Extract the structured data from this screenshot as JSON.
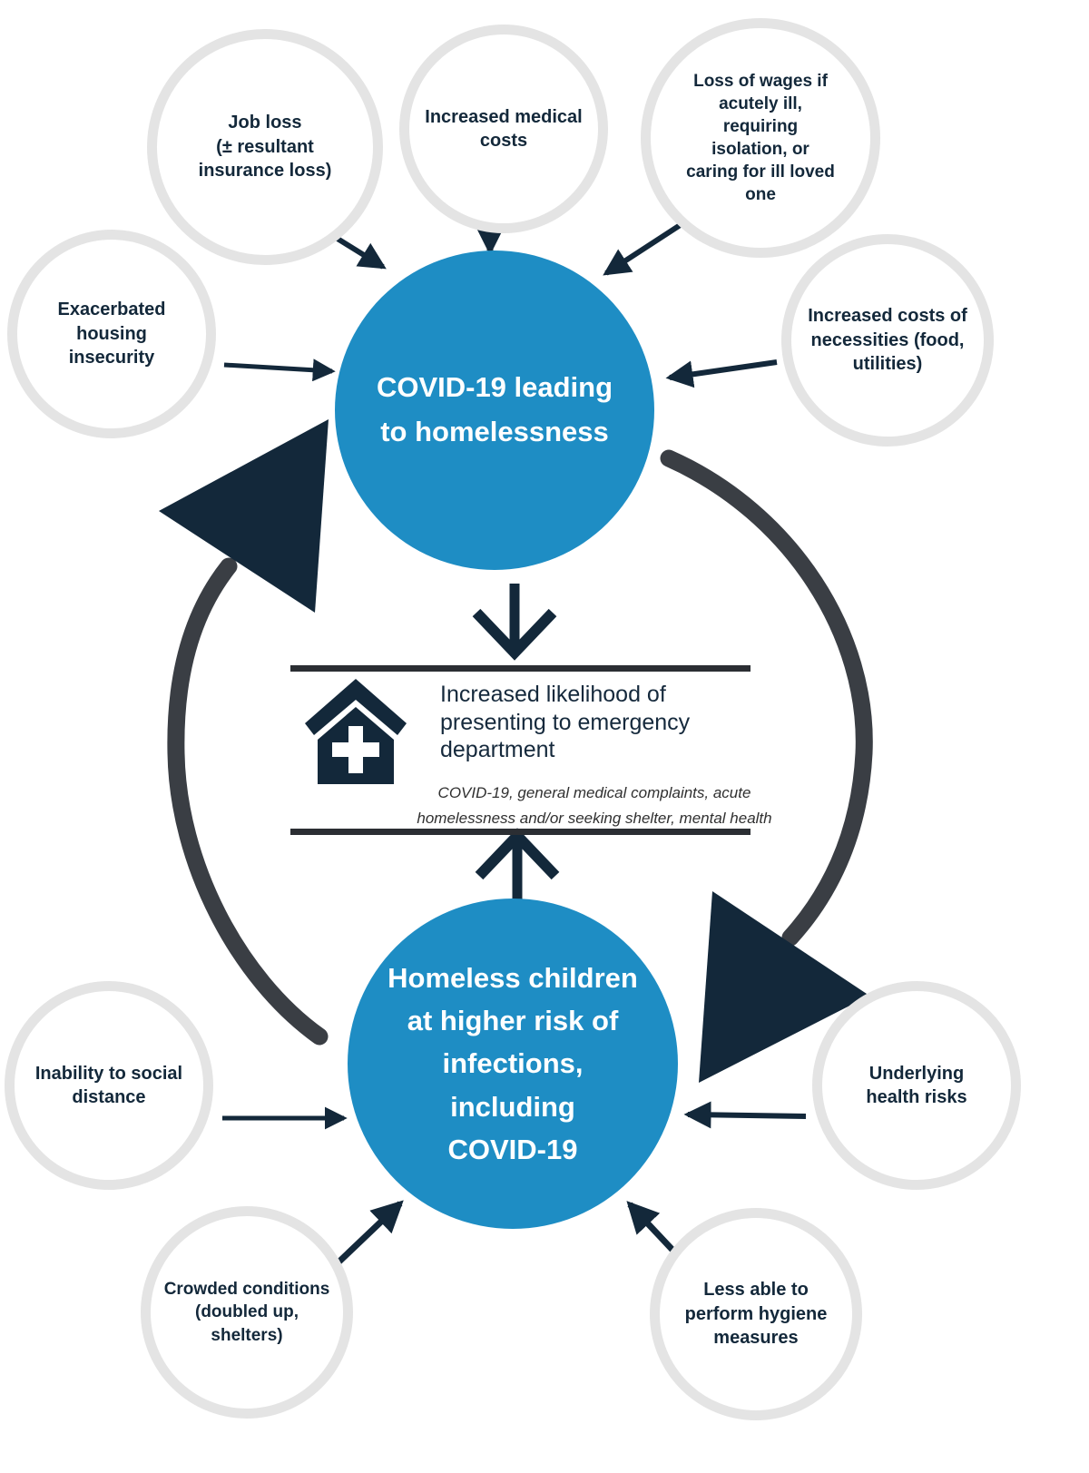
{
  "diagram": {
    "type": "cycle-infographic",
    "colors": {
      "hub_blue": "#1e8dc4",
      "dark_navy": "#13283a",
      "cycle_arrow_gray": "#3a3e44",
      "ring_gray": "#e4e4e4",
      "rule_dark": "#2b2e33",
      "hub_text": "#ffffff"
    },
    "nodes": {
      "job_loss": {
        "label": "Job loss\n(± resultant\ninsurance loss)"
      },
      "medical_costs": {
        "label": "Increased medical\ncosts"
      },
      "loss_of_wages": {
        "label": "Loss of wages if\nacutely ill,\nrequiring\nisolation, or\ncaring for ill loved\none"
      },
      "housing_insecurity": {
        "label": "Exacerbated\nhousing\ninsecurity"
      },
      "cost_of_necessities": {
        "label": "Increased costs of\nnecessities (food,\nutilities)"
      },
      "hub_top": {
        "label": "COVID-19 leading\nto homelessness"
      },
      "hub_bottom": {
        "label": "Homeless children\nat higher risk of\ninfections,\nincluding\nCOVID-19"
      },
      "inability_social_distance": {
        "label": "Inability to social\ndistance"
      },
      "crowded_conditions": {
        "label": "Crowded conditions\n(doubled up,\nshelters)"
      },
      "hygiene_measures": {
        "label": "Less able to\nperform hygiene\nmeasures"
      },
      "underlying_health_risks": {
        "label": "Underlying\nhealth risks"
      }
    },
    "center_panel": {
      "icon": "hospital-house-cross-icon",
      "heading": "Increased likelihood of\npresenting to emergency\ndepartment",
      "detail": "COVID-19, general medical complaints, acute\nhomelessness and/or seeking shelter, mental health"
    },
    "connections": [
      {
        "from": "Job loss (± resultant insurance loss)",
        "to": "COVID-19 leading to homelessness"
      },
      {
        "from": "Increased medical costs",
        "to": "COVID-19 leading to homelessness"
      },
      {
        "from": "Loss of wages if acutely ill, requiring isolation, or caring for ill loved one",
        "to": "COVID-19 leading to homelessness"
      },
      {
        "from": "Exacerbated housing insecurity",
        "to": "COVID-19 leading to homelessness"
      },
      {
        "from": "Increased costs of necessities (food, utilities)",
        "to": "COVID-19 leading to homelessness"
      },
      {
        "from": "COVID-19 leading to homelessness",
        "to": "Increased likelihood of presenting to emergency department"
      },
      {
        "from": "Homeless children at higher risk of infections, including COVID-19",
        "to": "Increased likelihood of presenting to emergency department"
      },
      {
        "from": "Inability to social distance",
        "to": "Homeless children at higher risk of infections, including COVID-19"
      },
      {
        "from": "Crowded conditions (doubled up, shelters)",
        "to": "Homeless children at higher risk of infections, including COVID-19"
      },
      {
        "from": "Less able to perform hygiene measures",
        "to": "Homeless children at higher risk of infections, including COVID-19"
      },
      {
        "from": "Underlying health risks",
        "to": "Homeless children at higher risk of infections, including COVID-19"
      },
      {
        "from": "COVID-19 leading to homelessness",
        "to": "Homeless children at higher risk of infections, including COVID-19",
        "type": "cycle"
      },
      {
        "from": "Homeless children at higher risk of infections, including COVID-19",
        "to": "COVID-19 leading to homelessness",
        "type": "cycle"
      }
    ]
  }
}
